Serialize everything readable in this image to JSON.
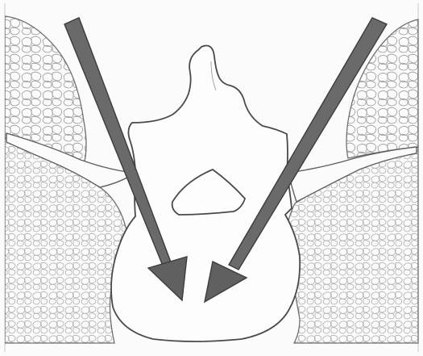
{
  "drawing": {
    "colors": {
      "paper": "#fbfbfb",
      "line": "#6f6f6f",
      "texture": "#9a9a9a",
      "arrow_fill": "#6a6a6a",
      "arrow_edge": "#3c3c3c"
    },
    "parts": [
      "vertebra-outline",
      "vertebral-foramen",
      "left-muscle-mass",
      "right-muscle-mass",
      "left-arrow",
      "right-arrow"
    ]
  }
}
